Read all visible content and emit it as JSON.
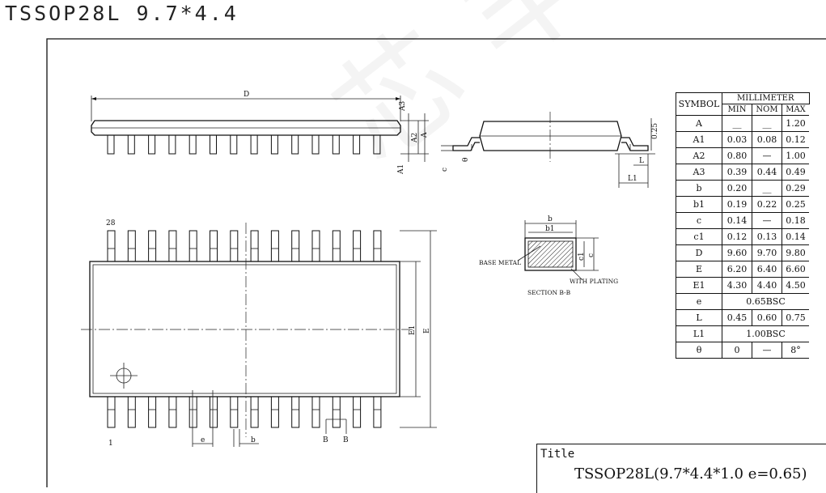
{
  "heading": "TSSOP28L 9.7*4.4",
  "top_view": {
    "dim_D": "D",
    "dim_A": "A",
    "dim_A1": "A1",
    "dim_A2": "A2",
    "dim_A3": "A3"
  },
  "side_view": {
    "dim_c": "c",
    "dim_theta": "θ",
    "dim_L": "L",
    "dim_L1": "L1",
    "dim_025": "0.25"
  },
  "plan_view": {
    "pin_28": "28",
    "pin_1": "1",
    "dim_e": "e",
    "dim_b": "b",
    "dim_E": "E",
    "dim_E1": "E1",
    "section_b1": "B",
    "section_b2": "B"
  },
  "section": {
    "dim_b": "b",
    "dim_b1": "b1",
    "dim_c": "c",
    "dim_c1": "c1",
    "base_metal": "BASE METAL",
    "with_plating": "WITH PLATING",
    "caption": "SECTION B-B"
  },
  "table": {
    "symbol_header": "SYMBOL",
    "unit_header": "MILLIMETER",
    "col_min": "MIN",
    "col_nom": "NOM",
    "col_max": "MAX",
    "rows": [
      {
        "symbol": "A",
        "min": "__",
        "nom": "__",
        "max": "1.20"
      },
      {
        "symbol": "A1",
        "min": "0.03",
        "nom": "0.08",
        "max": "0.12"
      },
      {
        "symbol": "A2",
        "min": "0.80",
        "nom": "—",
        "max": "1.00"
      },
      {
        "symbol": "A3",
        "min": "0.39",
        "nom": "0.44",
        "max": "0.49"
      },
      {
        "symbol": "b",
        "min": "0.20",
        "nom": "__",
        "max": "0.29"
      },
      {
        "symbol": "b1",
        "min": "0.19",
        "nom": "0.22",
        "max": "0.25"
      },
      {
        "symbol": "c",
        "min": "0.14",
        "nom": "—",
        "max": "0.18"
      },
      {
        "symbol": "c1",
        "min": "0.12",
        "nom": "0.13",
        "max": "0.14"
      },
      {
        "symbol": "D",
        "min": "9.60",
        "nom": "9.70",
        "max": "9.80"
      },
      {
        "symbol": "E",
        "min": "6.20",
        "nom": "6.40",
        "max": "6.60"
      },
      {
        "symbol": "E1",
        "min": "4.30",
        "nom": "4.40",
        "max": "4.50"
      },
      {
        "symbol": "e",
        "span": "0.65BSC"
      },
      {
        "symbol": "L",
        "min": "0.45",
        "nom": "0.60",
        "max": "0.75"
      },
      {
        "symbol": "L1",
        "span": "1.00BSC"
      },
      {
        "symbol": "θ",
        "min": "0",
        "nom": "—",
        "max": "8°"
      }
    ]
  },
  "title_block": {
    "label": "Title",
    "value": "TSSOP28L(9.7*4.4*1.0 e=0.65)"
  }
}
